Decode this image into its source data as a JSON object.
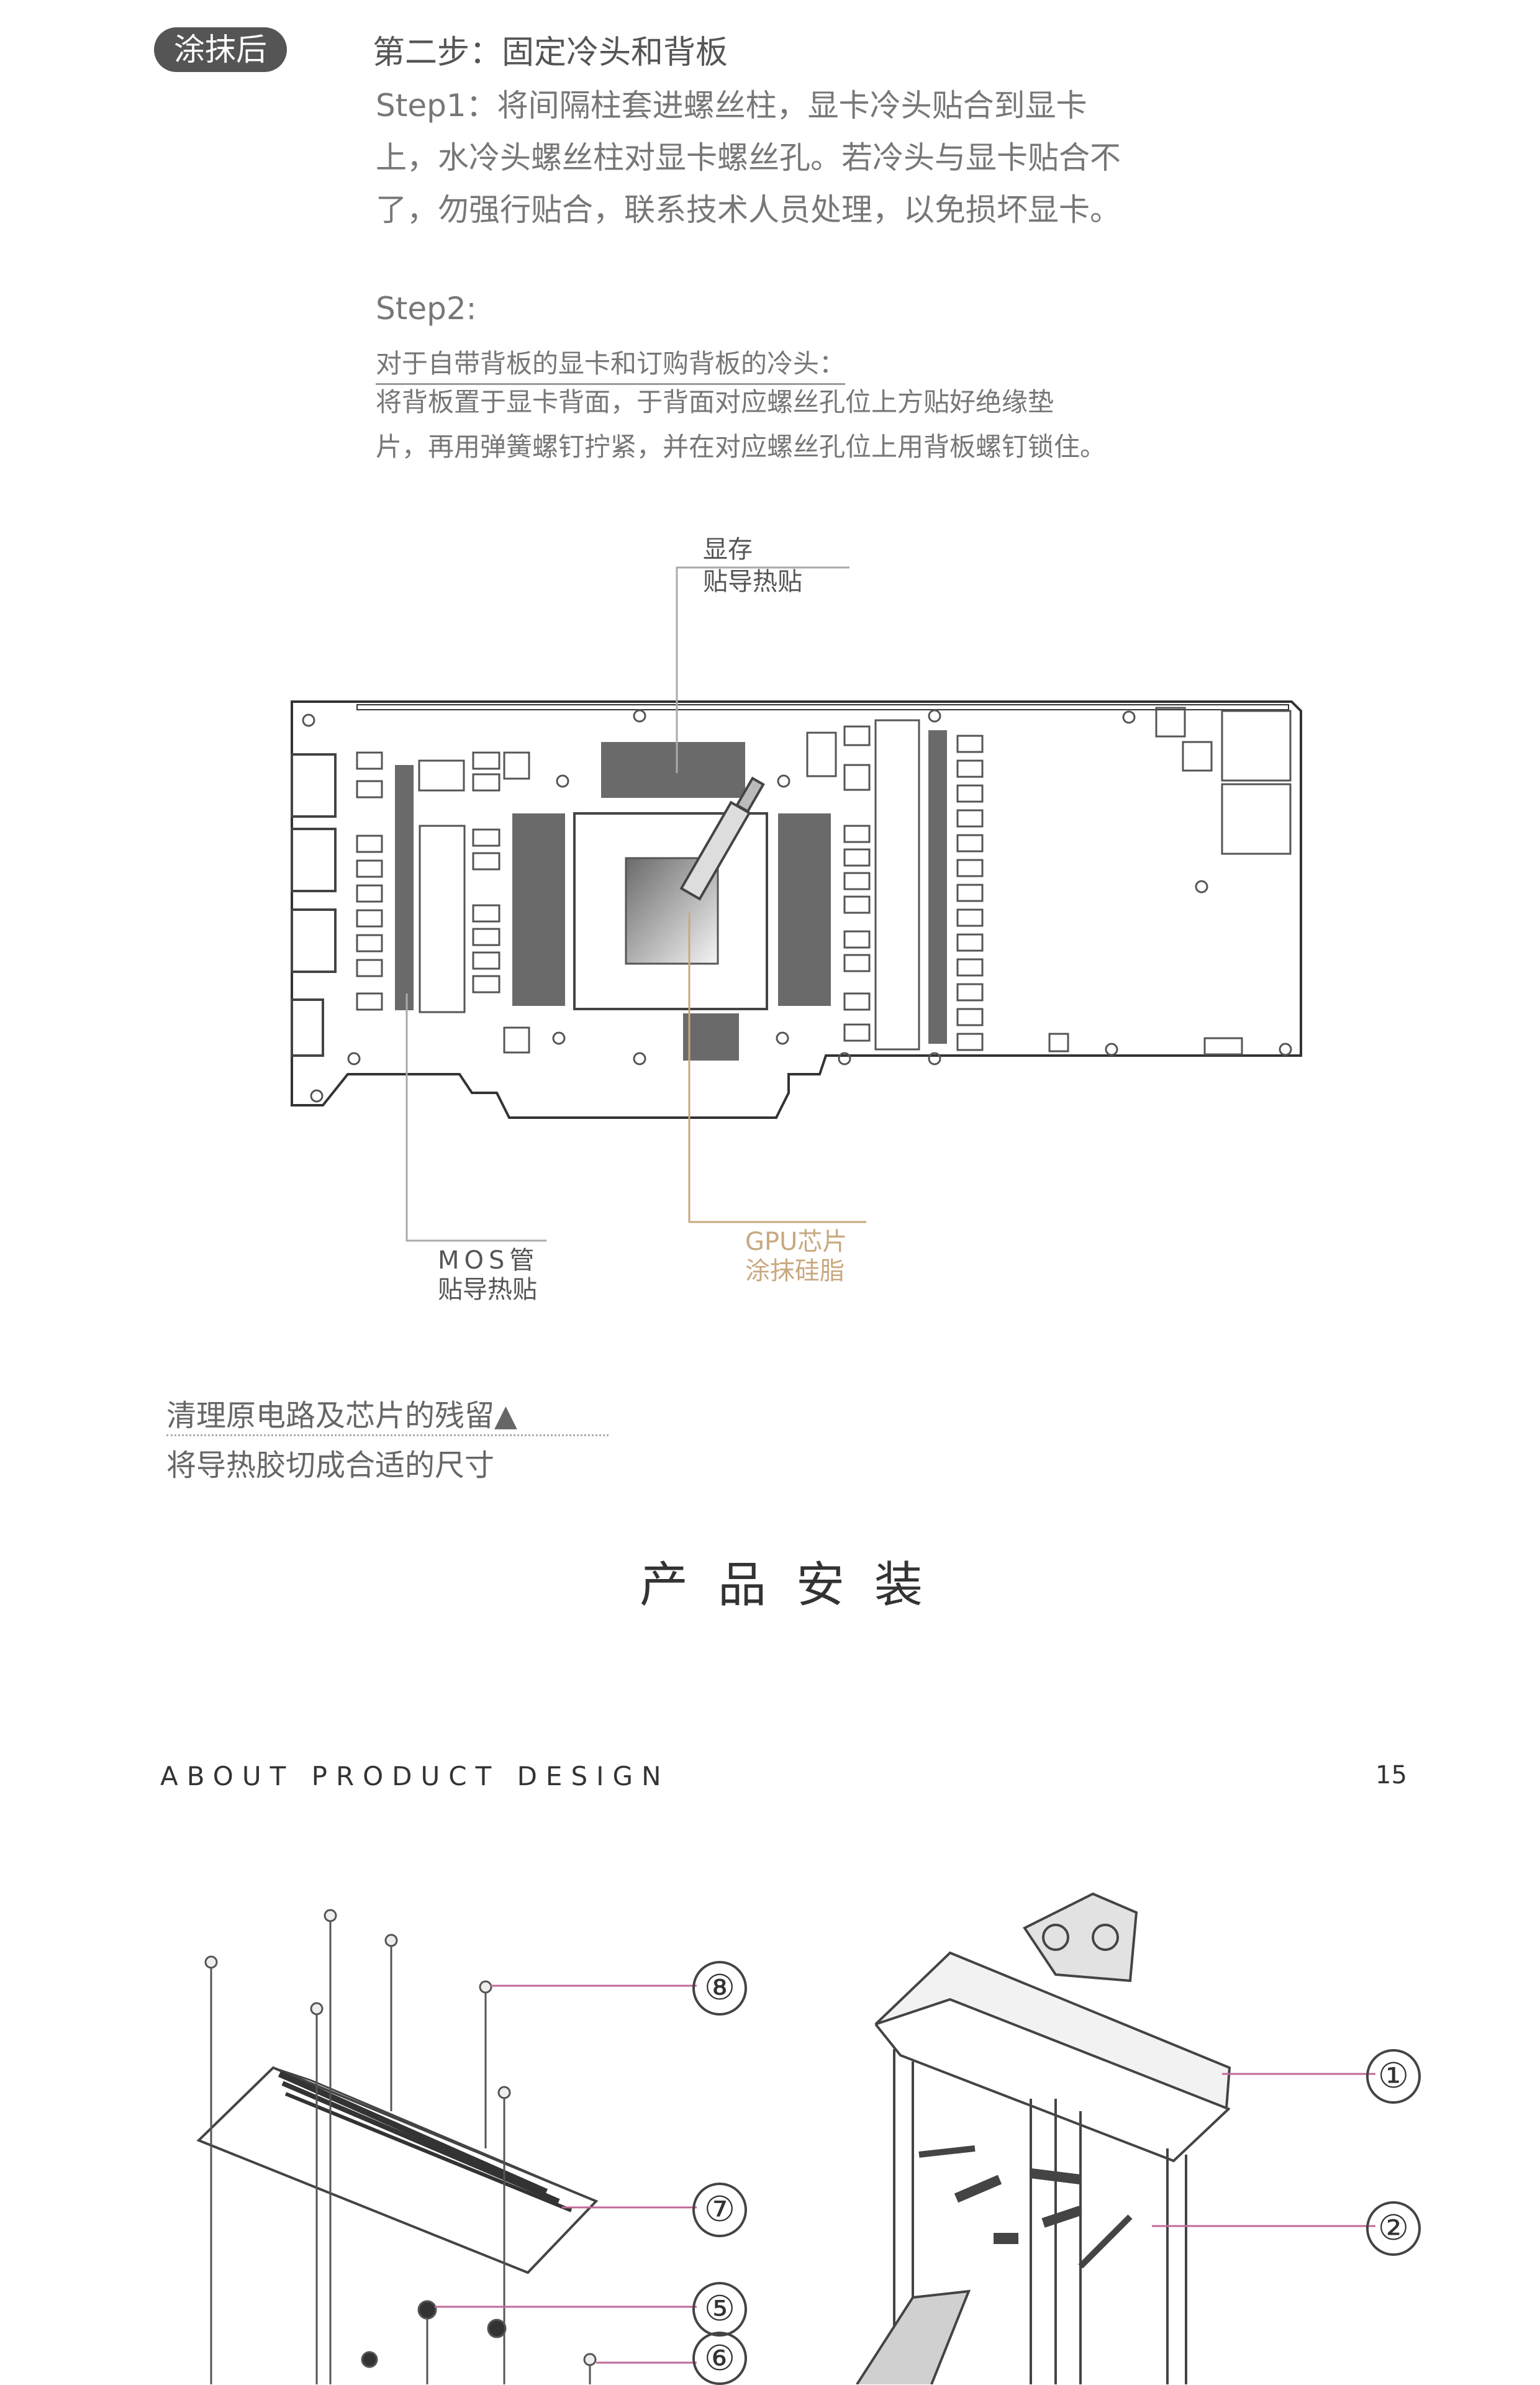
{
  "badge": "涂抹后",
  "heading": "第二步：固定冷头和背板",
  "step1": {
    "lines": [
      "Step1：将间隔柱套进螺丝柱，显卡冷头贴合到显卡",
      "上，水冷头螺丝柱对显卡螺丝孔。若冷头与显卡贴合不",
      "了，勿强行贴合，联系技术人员处理，以免损坏显卡。"
    ]
  },
  "step2": {
    "title": "Step2:",
    "subtitle": "对于自带背板的显卡和订购背板的冷头：",
    "lines": [
      "将背板置于显卡背面，于背面对应螺丝孔位上方贴好绝缘垫",
      "片，再用弹簧螺钉拧紧，并在对应螺丝孔位上用背板螺钉锁住。"
    ]
  },
  "diagram_labels": {
    "memory": [
      "显存",
      "贴导热贴"
    ],
    "mos": [
      "MOS管",
      "贴导热贴"
    ],
    "gpu": [
      "GPU芯片",
      "涂抹硅脂"
    ]
  },
  "notes": {
    "clean": "清理原电路及芯片的残留▲",
    "cut": "将导热胶切成合适的尺寸"
  },
  "section_title": "产品安装",
  "footer": {
    "about": "ABOUT PRODUCT DESIGN",
    "page": "15"
  },
  "callouts": [
    "⑧",
    "⑦",
    "⑤",
    "⑥",
    "①",
    "②"
  ],
  "colors": {
    "badge_bg": "#555555",
    "gold_label": "#c9a880",
    "pink_leader": "#c06a9a"
  }
}
